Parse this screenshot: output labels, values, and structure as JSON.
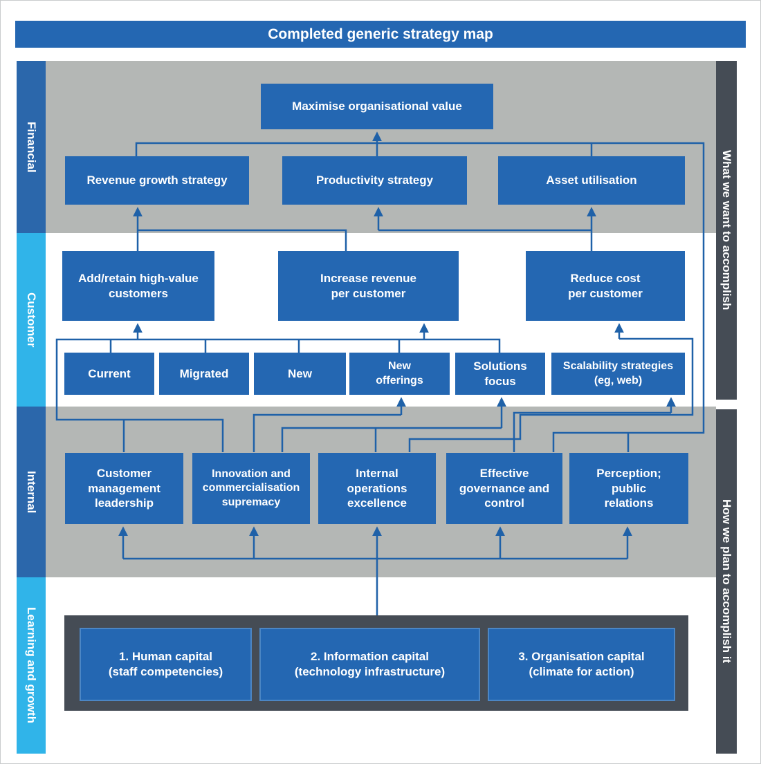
{
  "title": "Completed generic strategy map",
  "colors": {
    "box_blue": "#2467b2",
    "strip_blue": "#2b67ab",
    "cyan": "#30b4e9",
    "gray_band": "#b4b7b5",
    "dark_slate": "#454c55",
    "connector_blue": "#1f61a8"
  },
  "left_perspectives": [
    {
      "label": "Financial"
    },
    {
      "label": "Customer"
    },
    {
      "label": "Internal"
    },
    {
      "label": "Learning and growth"
    }
  ],
  "right_labels": [
    {
      "label": "What we want to accomplish"
    },
    {
      "label": "How we plan to accomplish it"
    }
  ],
  "nodes": {
    "maximise": {
      "lines": [
        "Maximise organisational value"
      ]
    },
    "revenue": {
      "lines": [
        "Revenue growth strategy"
      ]
    },
    "productivity": {
      "lines": [
        "Productivity strategy"
      ]
    },
    "asset": {
      "lines": [
        "Asset utilisation"
      ]
    },
    "addretain": {
      "lines": [
        "Add/retain high-value",
        "customers"
      ]
    },
    "increase": {
      "lines": [
        "Increase revenue",
        "per customer"
      ]
    },
    "reduce": {
      "lines": [
        "Reduce cost",
        "per customer"
      ]
    },
    "current": {
      "lines": [
        "Current"
      ]
    },
    "migrated": {
      "lines": [
        "Migrated"
      ]
    },
    "new": {
      "lines": [
        "New"
      ]
    },
    "newofferings": {
      "lines": [
        "New",
        "offerings"
      ]
    },
    "solutions": {
      "lines": [
        "Solutions",
        "focus"
      ]
    },
    "scalability": {
      "lines": [
        "Scalability strategies",
        "(eg, web)"
      ]
    },
    "custmgmt": {
      "lines": [
        "Customer",
        "management",
        "leadership"
      ]
    },
    "innovation": {
      "lines": [
        "Innovation and",
        "commercialisation",
        "supremacy"
      ]
    },
    "internalops": {
      "lines": [
        "Internal",
        "operations",
        "excellence"
      ]
    },
    "governance": {
      "lines": [
        "Effective",
        "governance and",
        "control"
      ]
    },
    "perception": {
      "lines": [
        "Perception;",
        "public",
        "relations"
      ]
    },
    "human": {
      "lines": [
        "1. Human capital",
        "(staff competencies)"
      ]
    },
    "information": {
      "lines": [
        "2. Information capital",
        "(technology infrastructure)"
      ]
    },
    "organisation": {
      "lines": [
        "3. Organisation capital",
        "(climate for action)"
      ]
    }
  },
  "connections": [
    "Revenue growth strategy + Productivity strategy + Asset utilisation -> Maximise organisational value",
    "Effective governance and control + Perception; public relations -> Maximise organisational value (right riser)",
    "Add/retain high-value customers + Increase revenue per customer -> Revenue growth strategy",
    "Reduce cost per customer -> Productivity strategy",
    "Reduce cost per customer -> Asset utilisation",
    "Current + Migrated + New + New offerings + Solutions focus + Customer management leadership + Innovation and commercialisation supremacy -> Add/retain high-value customers + Increase revenue per customer",
    "Innovation and commercialisation supremacy -> New offerings",
    "Innovation and commercialisation supremacy + Internal operations excellence -> Solutions focus",
    "Internal operations excellence -> Reduce cost per customer",
    "Effective governance and control -> Scalability strategies (eg, web)",
    "Human, information and organisation capital -> all five internal-perspective boxes"
  ]
}
